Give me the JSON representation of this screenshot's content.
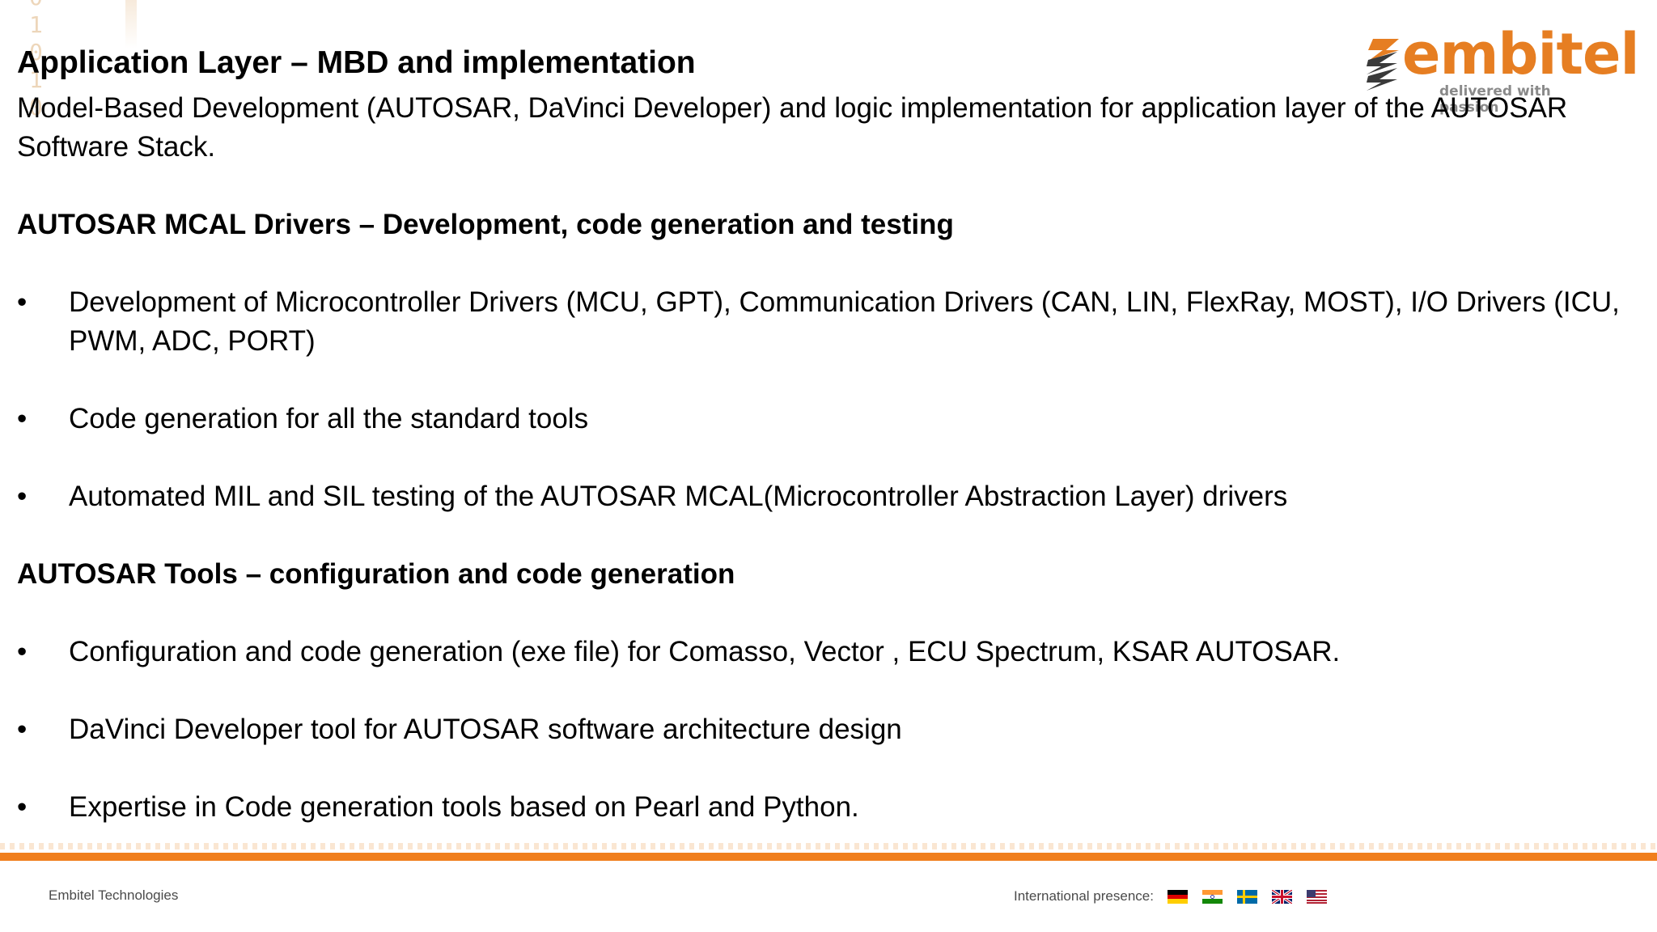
{
  "slide": {
    "title": "Application Layer – MBD and implementation",
    "intro": "Model-Based Development (AUTOSAR, DaVinci Developer) and logic implementation for application layer of the AUTOSAR Software Stack.",
    "sections": [
      {
        "heading": "AUTOSAR MCAL Drivers – Development, code generation and testing",
        "bullets": [
          "Development of Microcontroller Drivers (MCU, GPT), Communication Drivers (CAN, LIN, FlexRay, MOST), I/O Drivers (ICU, PWM, ADC, PORT)",
          "Code generation for all the standard tools",
          "Automated MIL and SIL testing of the AUTOSAR MCAL(Microcontroller Abstraction Layer) drivers"
        ]
      },
      {
        "heading": "AUTOSAR Tools – configuration and code generation",
        "bullets": [
          "Configuration and code generation (exe file) for Comasso, Vector , ECU Spectrum, KSAR AUTOSAR.",
          "DaVinci Developer tool for AUTOSAR software architecture design",
          "Expertise in Code generation tools based on Pearl and Python."
        ]
      }
    ],
    "bullet_symbol": "•"
  },
  "logo": {
    "word": "embitel",
    "tagline": "delivered with passion"
  },
  "decoration": {
    "digits": "0\n1\n0\n1\n0"
  },
  "footer": {
    "company": "Embitel Technologies",
    "presence_label": "International presence:",
    "flags": [
      "germany-flag-icon",
      "india-flag-icon",
      "sweden-flag-icon",
      "uk-flag-icon",
      "usa-flag-icon"
    ]
  },
  "colors": {
    "accent": "#f07f1e",
    "logo_orange": "#e67e22",
    "text": "#000000",
    "footer_text": "#4a4a4a"
  }
}
